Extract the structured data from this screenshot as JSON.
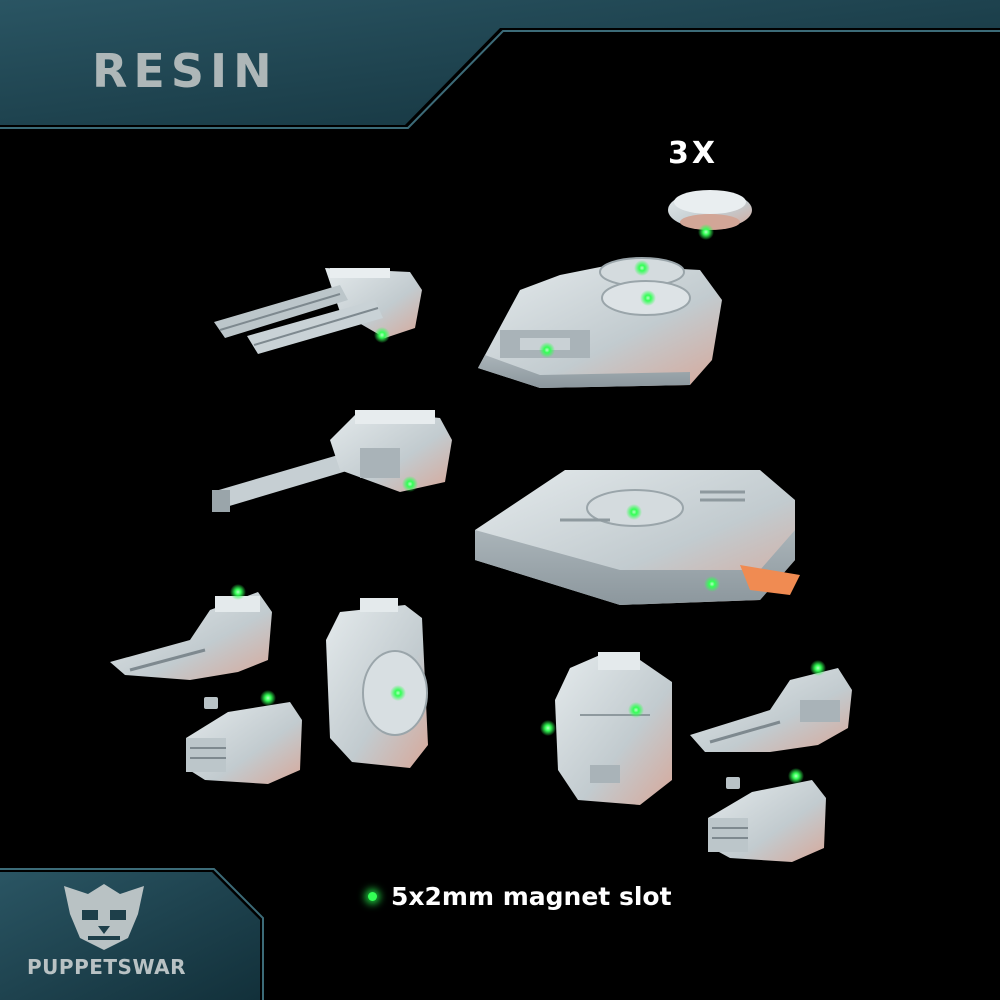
{
  "header": {
    "title": "RESIN"
  },
  "quantity_label": "3X",
  "legend": {
    "text": "5x2mm magnet slot"
  },
  "brand": {
    "name": "PUPPETSWAR",
    "logo_icon": "puppetswar-skull-icon"
  },
  "colors": {
    "background": "#000000",
    "banner": "#1e3f4a",
    "part": "#c7d0d4",
    "magnet_marker": "#33ff55",
    "title_text": "#aeb7b8"
  }
}
